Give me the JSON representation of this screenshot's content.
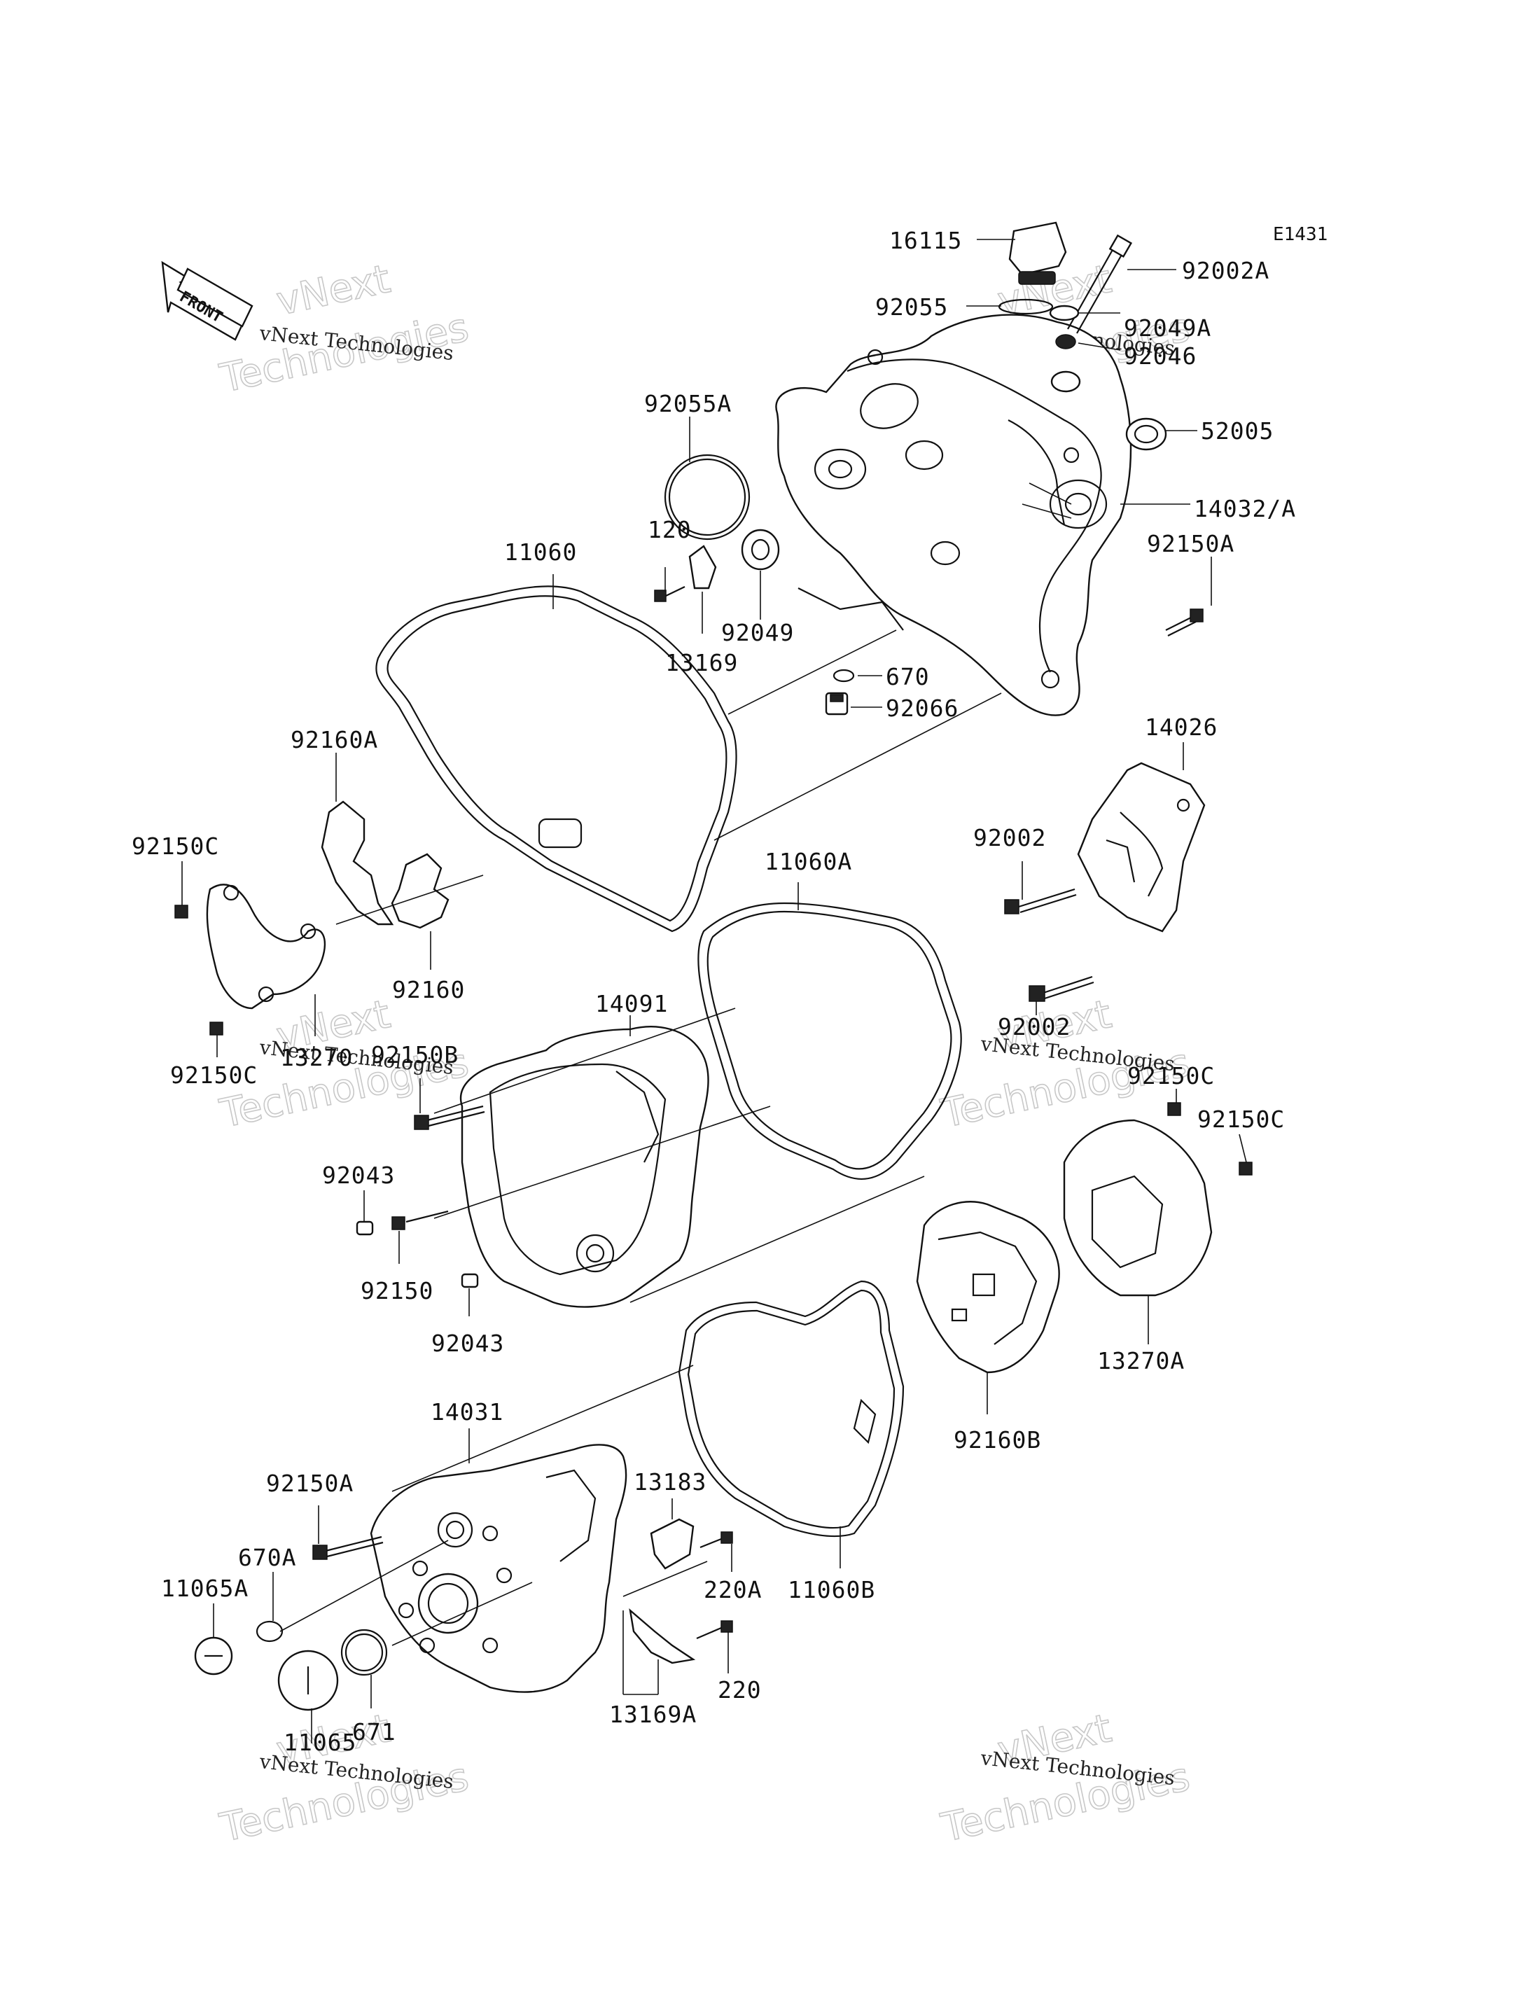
{
  "diagram_code": "E1431",
  "front_label": "FRONT",
  "watermark": {
    "small": "vNext Technologies",
    "big_line1": "vNext",
    "big_line2": "Technologies"
  },
  "parts": [
    {
      "id": "16115"
    },
    {
      "id": "92002A"
    },
    {
      "id": "92055"
    },
    {
      "id": "92049A"
    },
    {
      "id": "92046"
    },
    {
      "id": "92055A"
    },
    {
      "id": "52005"
    },
    {
      "id": "14032/A"
    },
    {
      "id": "120"
    },
    {
      "id": "92150A"
    },
    {
      "id": "11060"
    },
    {
      "id": "92049"
    },
    {
      "id": "13169"
    },
    {
      "id": "670"
    },
    {
      "id": "92066"
    },
    {
      "id": "14026"
    },
    {
      "id": "92160A"
    },
    {
      "id": "92002"
    },
    {
      "id": "92150C"
    },
    {
      "id": "11060A"
    },
    {
      "id": "92160"
    },
    {
      "id": "14091"
    },
    {
      "id": "92002"
    },
    {
      "id": "92150B"
    },
    {
      "id": "13270"
    },
    {
      "id": "92150C"
    },
    {
      "id": "92150C"
    },
    {
      "id": "92150C"
    },
    {
      "id": "92043"
    },
    {
      "id": "92150"
    },
    {
      "id": "92043"
    },
    {
      "id": "13270A"
    },
    {
      "id": "14031"
    },
    {
      "id": "13183"
    },
    {
      "id": "92160B"
    },
    {
      "id": "92150A"
    },
    {
      "id": "670A"
    },
    {
      "id": "220A"
    },
    {
      "id": "11065A"
    },
    {
      "id": "11060B"
    },
    {
      "id": "220"
    },
    {
      "id": "671"
    },
    {
      "id": "13169A"
    },
    {
      "id": "11065"
    }
  ]
}
